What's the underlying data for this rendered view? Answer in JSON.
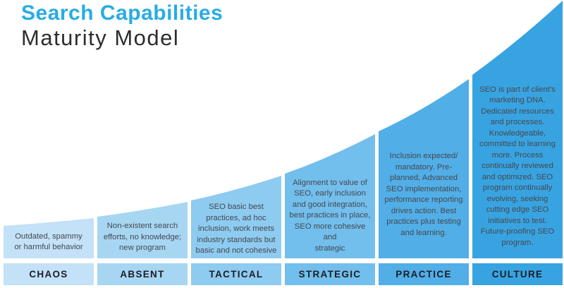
{
  "title": {
    "line1": "Search Capabilities",
    "line2": "Maturity Model",
    "accent_color": "#29ace3",
    "subtitle_color": "#2d2d2f"
  },
  "stages": [
    {
      "label": "CHAOS",
      "color": "#c3e1f7",
      "description": "Outdated, spammy\nor harmful behavior"
    },
    {
      "label": "ABSENT",
      "color": "#a7d6f3",
      "description": "Non-existent search\nefforts, no knowledge;\nnew program"
    },
    {
      "label": "TACTICAL",
      "color": "#8ecbf0",
      "description": "SEO basic best\npractices, ad hoc\ninclusion, work meets\nindustry standards but\nbasic and not cohesive"
    },
    {
      "label": "STRATEGIC",
      "color": "#72beec",
      "description": "Alignment to value of\nSEO, early inclusion\nand good integration,\nbest practices in place,\nSEO more cohesive and\nstrategic"
    },
    {
      "label": "PRACTICE",
      "color": "#51aee7",
      "description": "Inclusion expected/\nmandatory. Pre-\nplanned, Advanced\nSEO implementation,\nperformance reporting\ndrives action. Best\npractices plus testing\nand learning."
    },
    {
      "label": "CULTURE",
      "color": "#38a3e1",
      "description": "SEO is part of client’s\nmarketing DNA.\nDedicated resources\nand processes.\nKnowledgeable,\ncommitted to learning\nmore. Process\ncontinually reviewed\nand optimized. SEO\nprogram continually\nevolving, seeking\ncutting edge SEO\ninitiatives to test.\nFuture-proofing SEO\nprogram."
    }
  ]
}
